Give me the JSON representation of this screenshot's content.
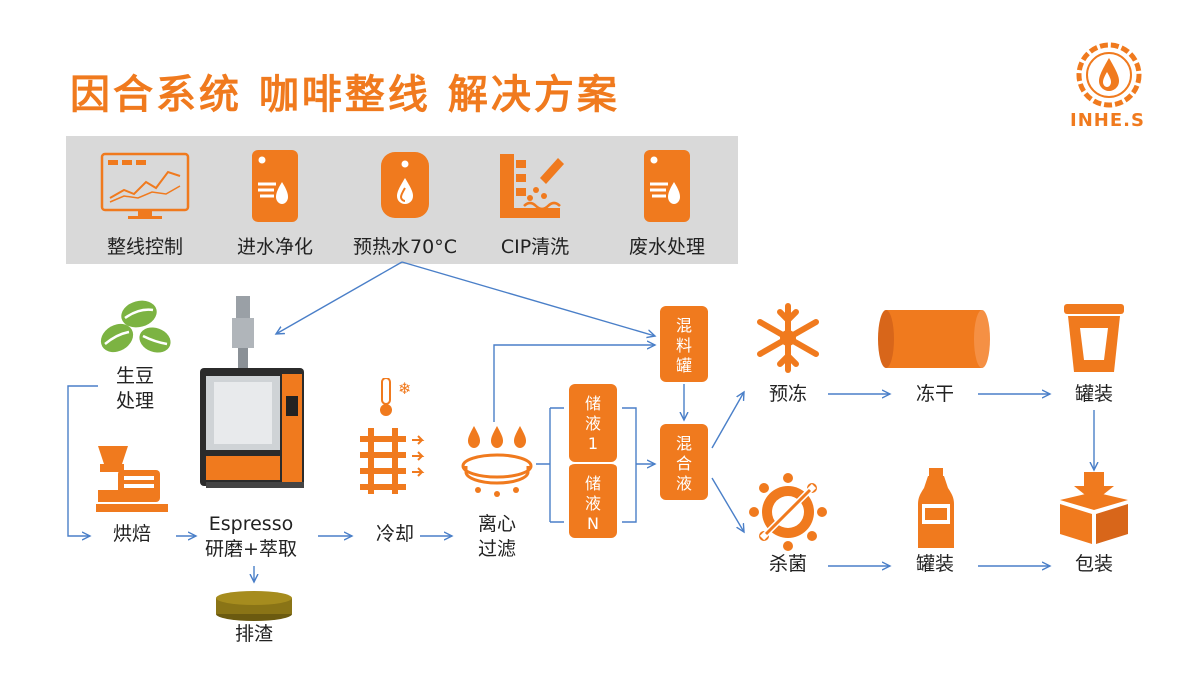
{
  "title": "因合系统 咖啡整线 解决方案",
  "logo": {
    "text": "INHE.S"
  },
  "colors": {
    "accent": "#f07a1e",
    "arrow": "#4a7fc8",
    "panel": "#d9d9d9"
  },
  "utilities": [
    {
      "label": "整线控制",
      "icon": "monitor-chart-icon"
    },
    {
      "label": "进水净化",
      "icon": "water-purifier-icon"
    },
    {
      "label": "预热水70°C",
      "icon": "water-heater-icon"
    },
    {
      "label": "CIP清洗",
      "icon": "cip-cleaning-icon"
    },
    {
      "label": "废水处理",
      "icon": "wastewater-icon"
    }
  ],
  "steps": {
    "green_bean": "生豆\n处理",
    "roast": "烘焙",
    "espresso": "Espresso\n研磨+萃取",
    "waste": "排渣",
    "cool": "冷却",
    "centrifuge": "离心\n过滤",
    "storage1": [
      "储",
      "液",
      "1"
    ],
    "storageN": [
      "储",
      "液",
      "N"
    ],
    "mixtank": [
      "混",
      "料",
      "罐"
    ],
    "mixliquid": [
      "混",
      "合",
      "液"
    ],
    "prefreeze": "预冻",
    "freezedry": "冻干",
    "can_top": "罐装",
    "sterilize": "杀菌",
    "can_bottom": "罐装",
    "package": "包装"
  }
}
